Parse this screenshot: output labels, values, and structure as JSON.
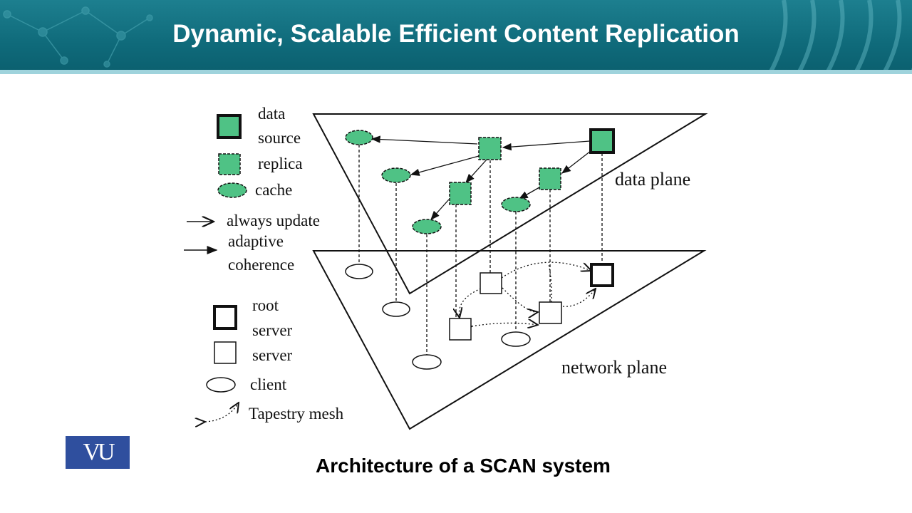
{
  "header": {
    "title": "Dynamic, Scalable Efficient Content Replication"
  },
  "legend": {
    "data_source": [
      "data",
      "source"
    ],
    "replica": "replica",
    "cache": "cache",
    "always_update": "always update",
    "adaptive_coherence": [
      "adaptive",
      "coherence"
    ],
    "root_server": [
      "root",
      "server"
    ],
    "server": "server",
    "client": "client",
    "tapestry_mesh": "Tapestry mesh"
  },
  "planes": {
    "data_plane": "data plane",
    "network_plane": "network plane"
  },
  "logo": {
    "text": "VU"
  },
  "caption": "Architecture of a SCAN system",
  "colors": {
    "header": "#127282",
    "node_fill": "#4fc285",
    "logo": "#2f4f9e"
  }
}
